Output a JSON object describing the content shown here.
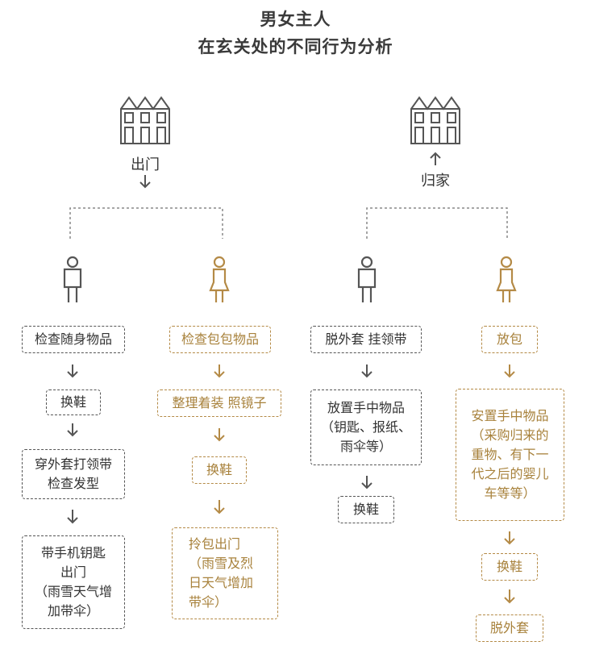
{
  "title": {
    "line1": "男女主人",
    "line2": "在玄关处的不同行为分析"
  },
  "colors": {
    "male": "#555555",
    "female": "#b48a46",
    "text": "#333333"
  },
  "left_group": {
    "label": "出门",
    "male_steps": [
      "检查随身物品",
      "换鞋",
      "穿外套打领带\n检查发型",
      "带手机钥匙\n出门\n（雨雪天气增\n加带伞）"
    ],
    "female_steps": [
      "检查包包物品",
      "整理着装 照镜子",
      "换鞋",
      "拎包出门\n（雨雪及烈\n日天气增加\n带伞）"
    ]
  },
  "right_group": {
    "label": "归家",
    "male_steps": [
      "脱外套 挂领带",
      "放置手中物品\n（钥匙、报纸、\n雨伞等）",
      "换鞋"
    ],
    "female_steps": [
      "放包",
      "安置手中物品\n（采购归来的\n重物、有下一\n代之后的婴儿\n车等等）",
      "换鞋",
      "脱外套"
    ]
  }
}
